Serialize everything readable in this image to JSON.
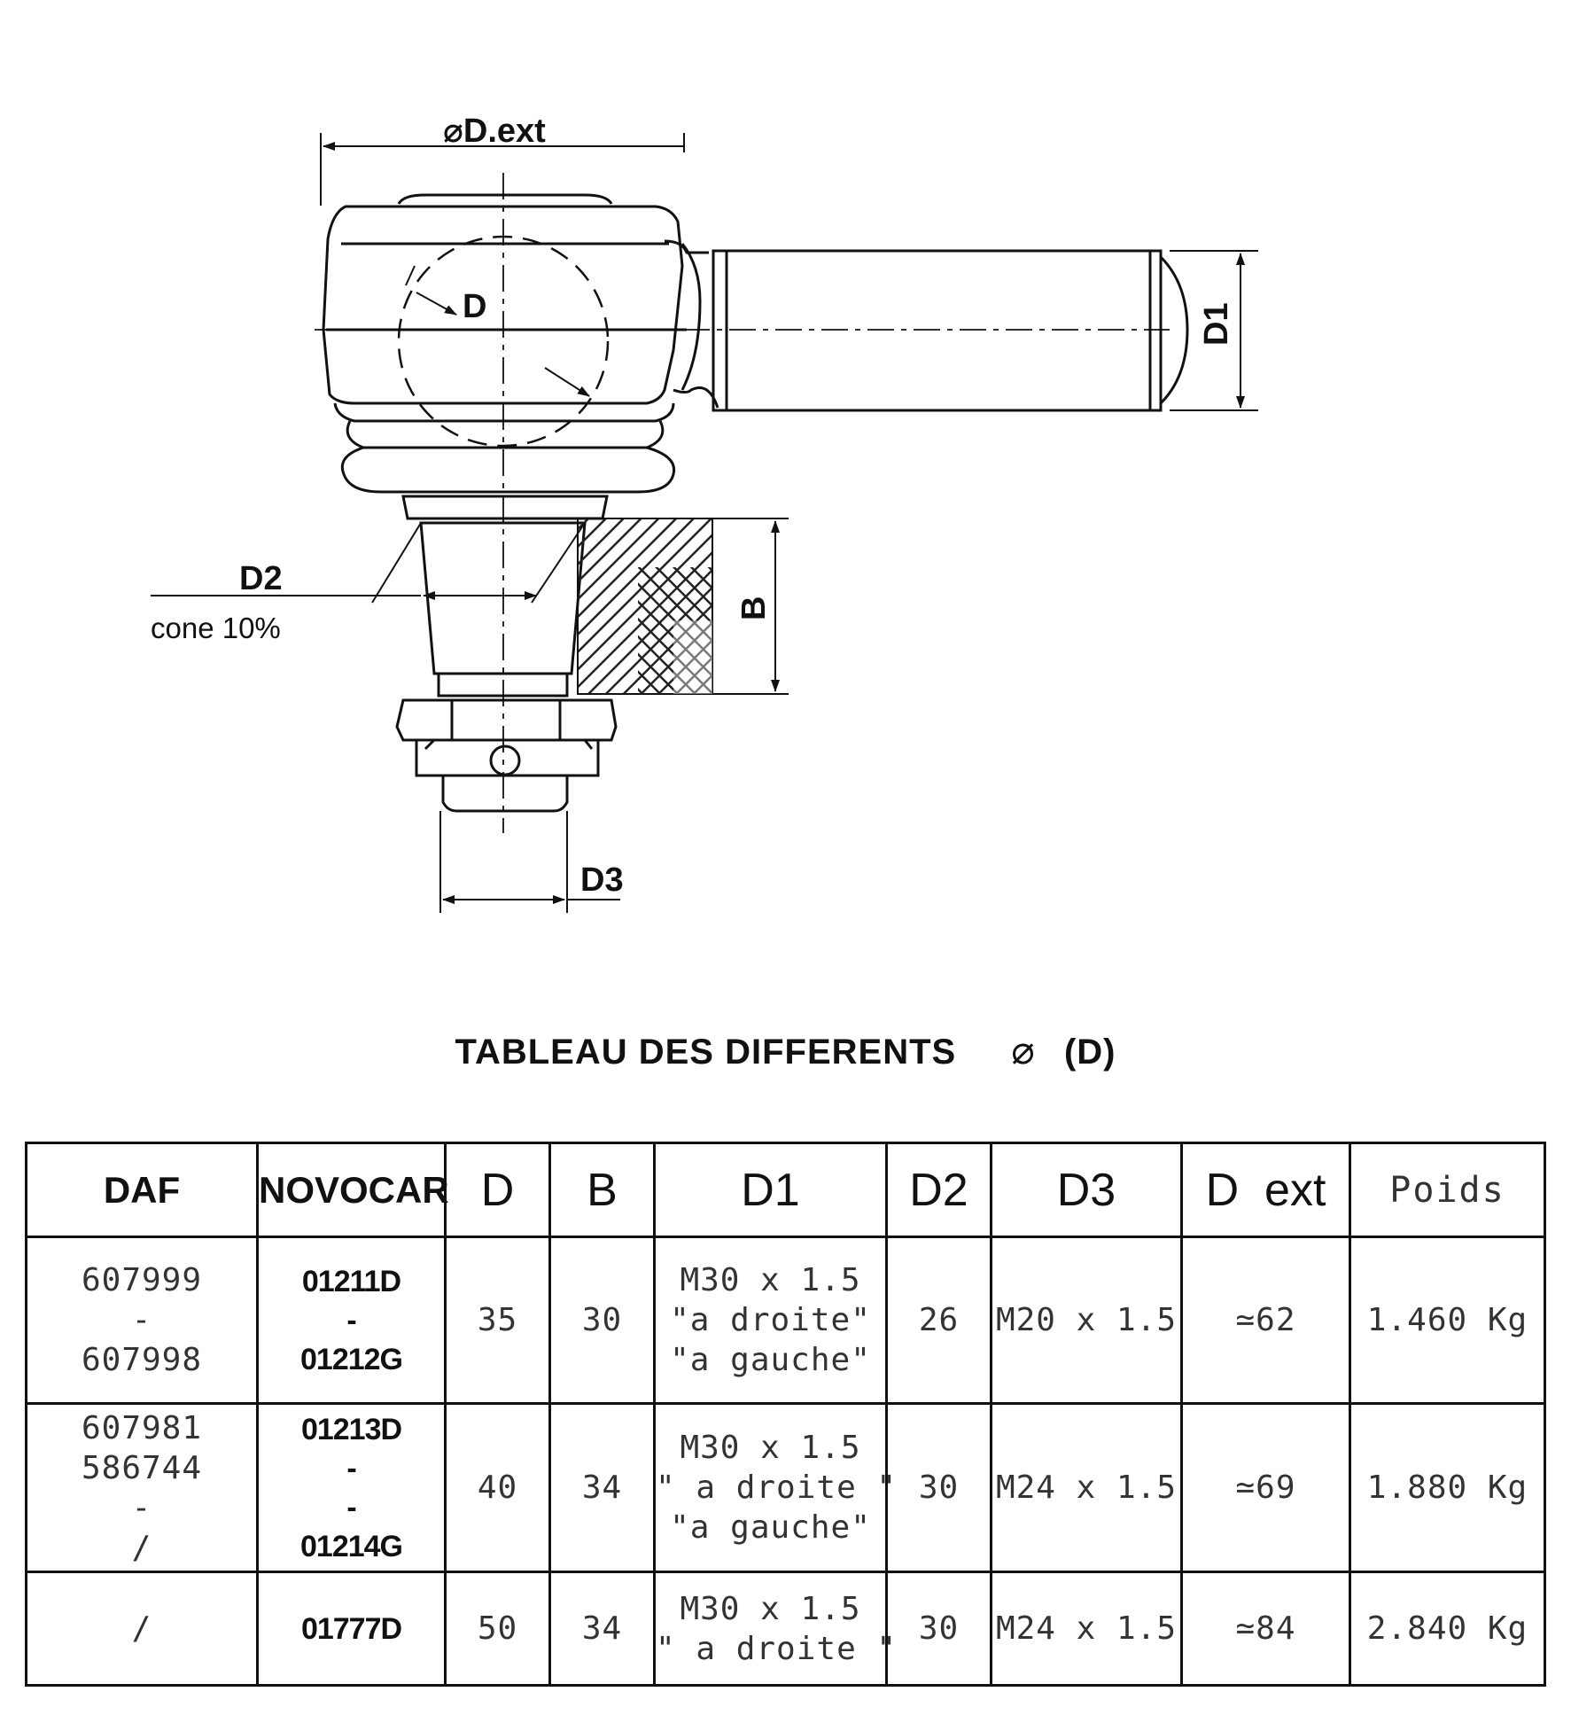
{
  "drawing": {
    "labels": {
      "dext": "⌀D.ext",
      "d": "D",
      "d1": "D1",
      "d2": "D2",
      "cone": "cone  10%",
      "b": "B",
      "d3": "D3"
    }
  },
  "table": {
    "title": {
      "text": "TABLEAU DES DIFFERENTS",
      "symbol": "⌀",
      "suffix": "(D)"
    },
    "headers": [
      "DAF",
      "NOVOCAR",
      "D",
      "B",
      "D1",
      "D2",
      "D3",
      "D  ext",
      "Poids"
    ],
    "rows": [
      {
        "daf": [
          "607999",
          "-",
          "607998"
        ],
        "novocar": [
          "01211D",
          "-",
          "01212G"
        ],
        "d": "35",
        "b": "30",
        "d1": [
          "M30 x 1.5",
          "\"a droite\"",
          "\"a gauche\""
        ],
        "d2": "26",
        "d3": "M20 x 1.5",
        "dext": "≃62",
        "poids": "1.460 Kg"
      },
      {
        "daf": [
          "607981",
          "586744",
          "-",
          "/"
        ],
        "novocar": [
          "01213D",
          "-",
          "-",
          "01214G"
        ],
        "d": "40",
        "b": "34",
        "d1": [
          "M30 x 1.5",
          "\" a droite \"",
          "\"a gauche\""
        ],
        "d2": "30",
        "d3": "M24 x 1.5",
        "dext": "≃69",
        "poids": "1.880 Kg"
      },
      {
        "daf": [
          "/"
        ],
        "novocar": [
          "01777D"
        ],
        "d": "50",
        "b": "34",
        "d1": [
          "M30 x 1.5",
          "\" a droite \""
        ],
        "d2": "30",
        "d3": "M24 x 1.5",
        "dext": "≃84",
        "poids": "2.840 Kg"
      }
    ]
  }
}
